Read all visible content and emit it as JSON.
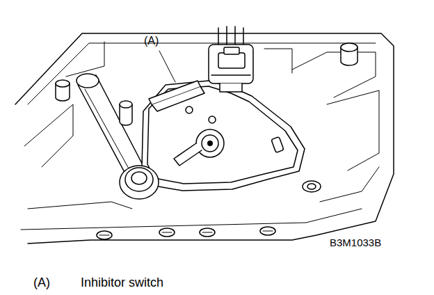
{
  "diagram": {
    "labels": [
      "(A)",
      "B3M1033B",
      "(A)",
      "Inhibitor switch"
    ]
  }
}
